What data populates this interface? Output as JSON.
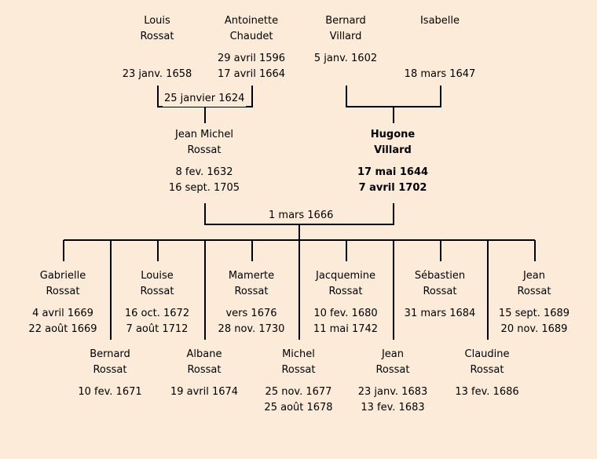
{
  "colors": {
    "background": "#fdebd9",
    "line": "#000000",
    "text": "#000000"
  },
  "people": {
    "louis": {
      "given": "Louis",
      "surname": "Rossat",
      "birth": "",
      "death": "23 janv. 1658"
    },
    "antoinette": {
      "given": "Antoinette",
      "surname": "Chaudet",
      "birth": "29 avril 1596",
      "death": "17 avril 1664"
    },
    "bernard_sr": {
      "given": "Bernard",
      "surname": "Villard",
      "birth": "5 janv. 1602",
      "death": ""
    },
    "isabelle": {
      "given": "Isabelle",
      "surname": "",
      "birth": "",
      "death": "18 mars 1647"
    },
    "jean_michel": {
      "given": "Jean Michel",
      "surname": "Rossat",
      "birth": "8 fev. 1632",
      "death": "16 sept. 1705"
    },
    "hugone": {
      "given": "Hugone",
      "surname": "Villard",
      "birth": "17 mai 1644",
      "death": "7 avril 1702"
    },
    "gabrielle": {
      "given": "Gabrielle",
      "surname": "Rossat",
      "birth": "4 avril 1669",
      "death": "22 août 1669"
    },
    "bernard": {
      "given": "Bernard",
      "surname": "Rossat",
      "birth": "10 fev. 1671",
      "death": ""
    },
    "louise": {
      "given": "Louise",
      "surname": "Rossat",
      "birth": "16 oct. 1672",
      "death": "7 août 1712"
    },
    "albane": {
      "given": "Albane",
      "surname": "Rossat",
      "birth": "19 avril 1674",
      "death": ""
    },
    "mamerte": {
      "given": "Mamerte",
      "surname": "Rossat",
      "birth": "vers 1676",
      "death": "28 nov. 1730"
    },
    "michel": {
      "given": "Michel",
      "surname": "Rossat",
      "birth": "25 nov. 1677",
      "death": "25 août 1678"
    },
    "jacquemine": {
      "given": "Jacquemine",
      "surname": "Rossat",
      "birth": "10 fev. 1680",
      "death": "11 mai 1742"
    },
    "jean1": {
      "given": "Jean",
      "surname": "Rossat",
      "birth": "23 janv. 1683",
      "death": "13 fev. 1683"
    },
    "sebastien": {
      "given": "Sébastien",
      "surname": "Rossat",
      "birth": "31 mars 1684",
      "death": ""
    },
    "claudine": {
      "given": "Claudine",
      "surname": "Rossat",
      "birth": "13 fev. 1686",
      "death": ""
    },
    "jean2": {
      "given": "Jean",
      "surname": "Rossat",
      "birth": "15 sept. 1689",
      "death": "20 nov. 1689"
    }
  },
  "marriages": {
    "louis_antoinette": "25 janvier 1624",
    "jean_michel_hugone": "1 mars 1666"
  }
}
